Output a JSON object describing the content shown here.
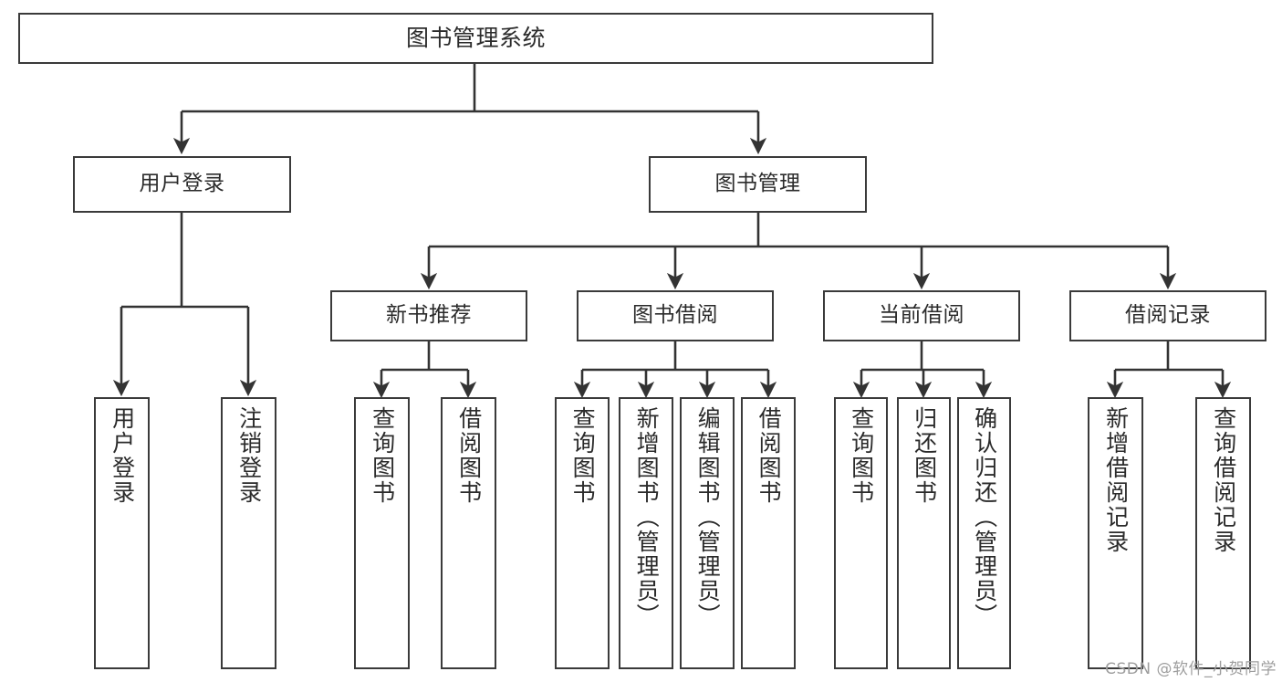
{
  "diagram": {
    "title": "图书管理系统",
    "type": "tree-hierarchy-chart",
    "watermark": "CSDN @软件_小贺同学",
    "colors": {
      "box_border": "#3a3a3a",
      "box_fill": "#ffffff",
      "edge": "#333333",
      "text": "#2b2b2b",
      "watermark": "#9e9e9e",
      "background": "#ffffff"
    },
    "nodes": {
      "root": {
        "label": "图书管理系统"
      },
      "level1": [
        {
          "id": "user-login",
          "label": "用户登录"
        },
        {
          "id": "book-manage",
          "label": "图书管理"
        }
      ],
      "level2": [
        {
          "id": "new-book-recommend",
          "label": "新书推荐"
        },
        {
          "id": "book-borrow",
          "label": "图书借阅"
        },
        {
          "id": "current-borrow",
          "label": "当前借阅"
        },
        {
          "id": "borrow-record",
          "label": "借阅记录"
        }
      ],
      "leaves": {
        "user_login": [
          {
            "id": "leaf-user-login",
            "label": "用户登录"
          },
          {
            "id": "leaf-logout-login",
            "label": "注销登录"
          }
        ],
        "new_book_recommend": [
          {
            "id": "leaf-query-book-1",
            "label": "查询图书"
          },
          {
            "id": "leaf-borrow-book-1",
            "label": "借阅图书"
          }
        ],
        "book_borrow": [
          {
            "id": "leaf-query-book-2",
            "label": "查询图书"
          },
          {
            "id": "leaf-add-book",
            "label": "新增图书（管理员）"
          },
          {
            "id": "leaf-edit-book",
            "label": "编辑图书（管理员）"
          },
          {
            "id": "leaf-borrow-book-2",
            "label": "借阅图书"
          }
        ],
        "current_borrow": [
          {
            "id": "leaf-query-book-3",
            "label": "查询图书"
          },
          {
            "id": "leaf-return-book",
            "label": "归还图书"
          },
          {
            "id": "leaf-confirm-return",
            "label": "确认归还（管理员）"
          }
        ],
        "borrow_record": [
          {
            "id": "leaf-add-record",
            "label": "新增借阅记录"
          },
          {
            "id": "leaf-query-record",
            "label": "查询借阅记录"
          }
        ]
      }
    }
  }
}
